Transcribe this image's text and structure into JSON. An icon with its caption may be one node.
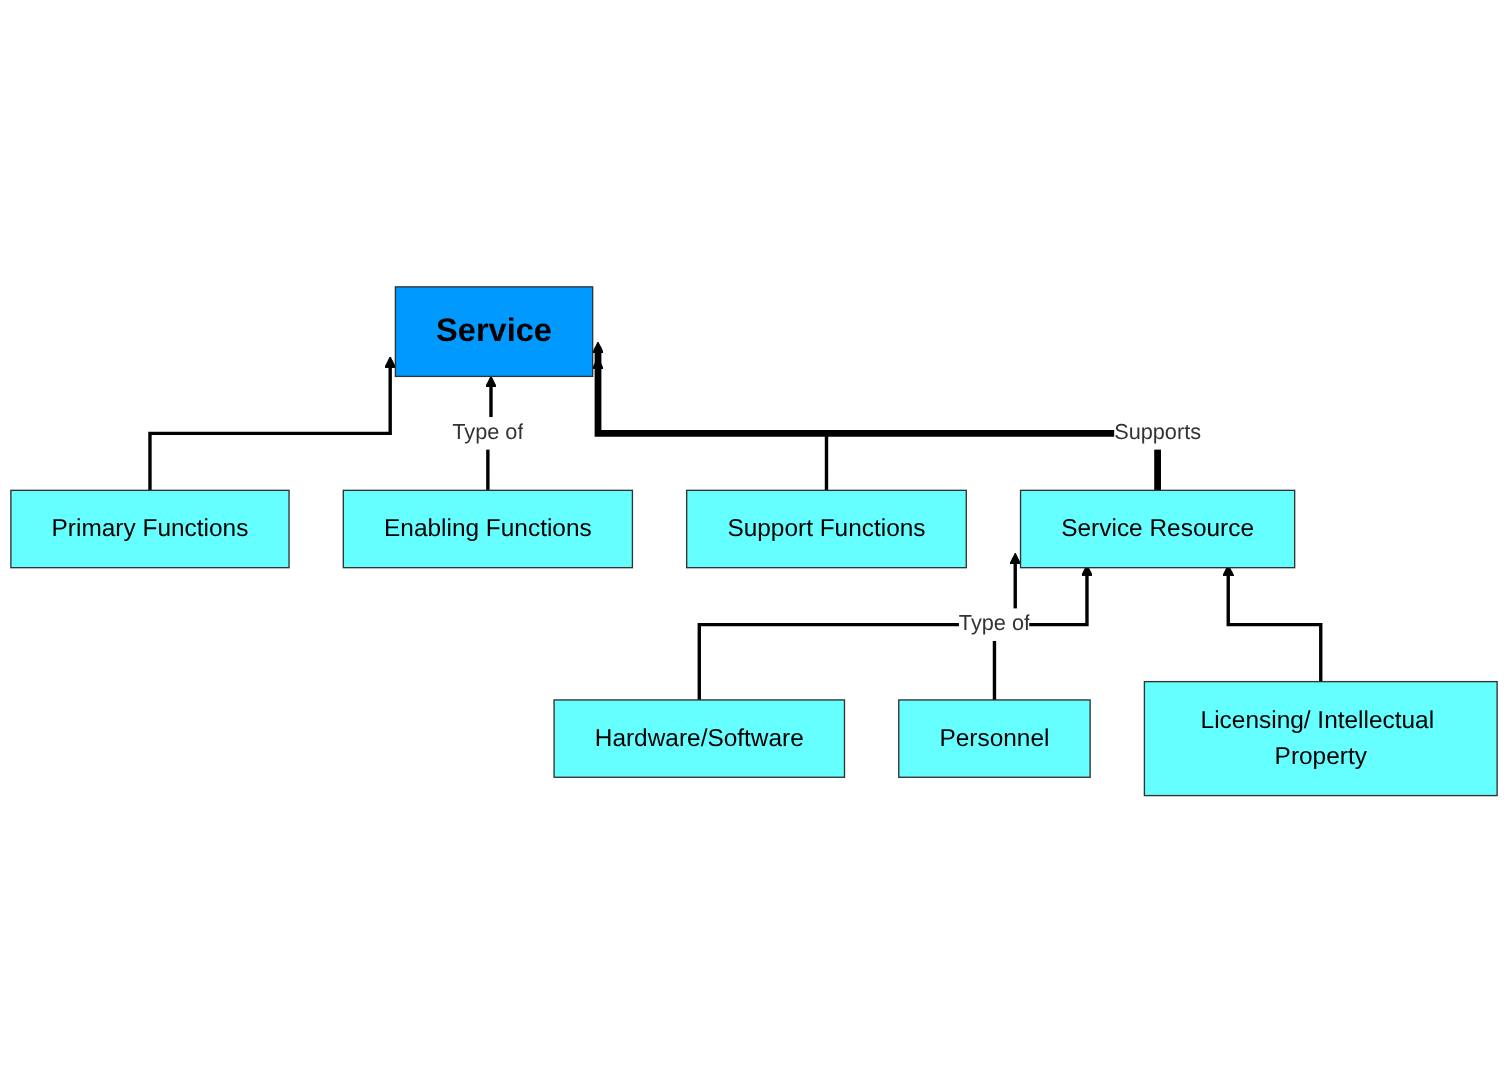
{
  "diagram": {
    "nodes": [
      {
        "text": [
          "Primary Functions"
        ]
      },
      {
        "text": [
          "Enabling Functions"
        ]
      },
      {
        "text": [
          "Support Functions"
        ]
      },
      {
        "text": [
          "Service"
        ]
      },
      {
        "text": [
          "Service Resource"
        ]
      },
      {
        "text": [
          "Hardware/Software"
        ]
      },
      {
        "text": [
          "Personnel"
        ]
      },
      {
        "text": [
          "Licensing/ Intellectual Property"
        ]
      }
    ],
    "edges": [
      {
        "from": 0,
        "to": 3,
        "arrow": "to"
      },
      {
        "from": 1,
        "to": 3,
        "arrow": "to",
        "label": "Type of"
      },
      {
        "from": 2,
        "to": 3,
        "arrow": "to"
      },
      {
        "from": 4,
        "to": 3,
        "arrow": "to",
        "label": "Supports",
        "style": "thick"
      },
      {
        "from": 5,
        "to": 4,
        "arrow": "to"
      },
      {
        "from": 6,
        "to": 4,
        "arrow": "to",
        "label": "Type of"
      },
      {
        "from": 7,
        "to": 4,
        "arrow": "to"
      }
    ]
  }
}
